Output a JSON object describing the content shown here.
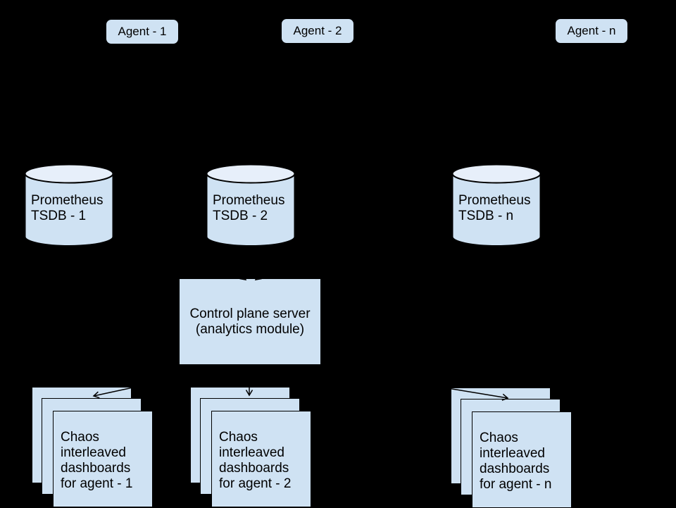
{
  "colors": {
    "background": "#000000",
    "node_fill": "#cfe2f3",
    "cylinder_top_fill": "#e7effa",
    "stroke": "#000000",
    "text": "#000000"
  },
  "agents": [
    {
      "label": "Agent - 1"
    },
    {
      "label": "Agent - 2"
    },
    {
      "label": "Agent - n"
    }
  ],
  "databases": [
    {
      "label": "Prometheus TSDB - 1"
    },
    {
      "label": "Prometheus TSDB - 2"
    },
    {
      "label": "Prometheus TSDB - n"
    }
  ],
  "control_plane": {
    "label": "Control plane server (analytics module)"
  },
  "dashboards": [
    {
      "label": "Chaos interleaved dashboards for agent - 1"
    },
    {
      "label": "Chaos interleaved dashboards for agent - 2"
    },
    {
      "label": "Chaos interleaved dashboards for agent - n"
    }
  ]
}
